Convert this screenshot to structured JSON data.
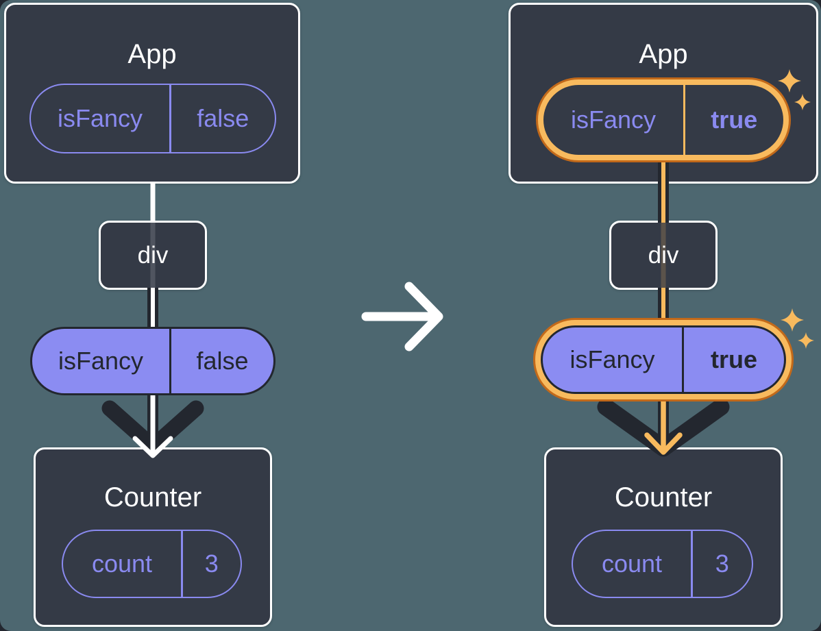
{
  "colors": {
    "background": "#4D6770",
    "card_background": "#343A46",
    "card_border": "#FFFFFF",
    "purple": "#8A8AF0",
    "purple_fill": "#8B8CF2",
    "ink_dark": "#23272F",
    "highlight_orange": "#F8BA5E",
    "highlight_orange_dark": "#C2691A",
    "arrow_core_before": "#FFFFFF",
    "arrow_core_after": "#F8BA5E"
  },
  "icons": {
    "transition_arrow": "→",
    "sparkle": "✦"
  },
  "before": {
    "app": {
      "title": "App",
      "state_pill": {
        "name": "isFancy",
        "value": "false"
      }
    },
    "div_node": {
      "label": "div"
    },
    "prop_pill": {
      "name": "isFancy",
      "value": "false"
    },
    "counter": {
      "title": "Counter",
      "state_pill": {
        "name": "count",
        "value": "3"
      }
    }
  },
  "after": {
    "app": {
      "title": "App",
      "state_pill": {
        "name": "isFancy",
        "value": "true"
      }
    },
    "div_node": {
      "label": "div"
    },
    "prop_pill": {
      "name": "isFancy",
      "value": "true"
    },
    "counter": {
      "title": "Counter",
      "state_pill": {
        "name": "count",
        "value": "3"
      }
    }
  }
}
